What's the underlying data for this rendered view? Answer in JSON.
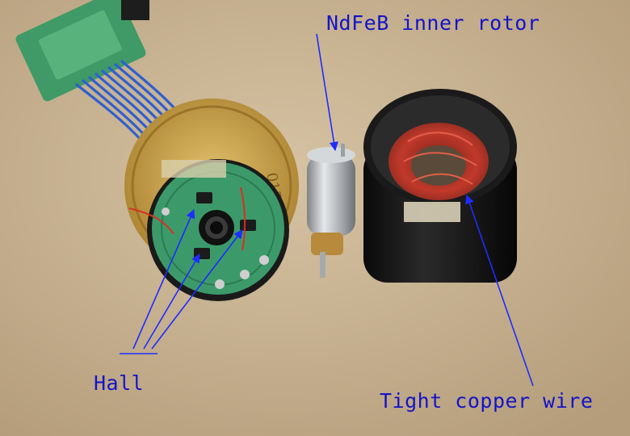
{
  "labels": {
    "rotor": "NdFeB inner rotor",
    "hall": "Hall",
    "copper": "Tight copper wire"
  },
  "coin_text": "015",
  "colors": {
    "background": "#c8b393",
    "label": "#1414c8",
    "arrow": "#1e2cff",
    "pcb_green": "#3c9a6a",
    "coin_gold": "#c9a24a",
    "wire_blue": "#2f5fd0",
    "copper": "#c0392b",
    "housing_black": "#141414",
    "rotor_silver": "#b9bcc0",
    "brass": "#b88a3c"
  }
}
